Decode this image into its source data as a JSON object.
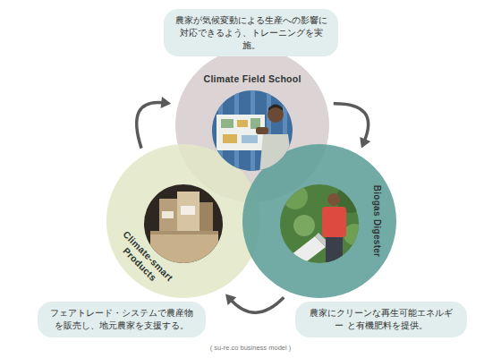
{
  "diagram": {
    "caption": "( su-re.co business model )",
    "nodes": [
      {
        "text": [
          "農家が気候変動による生産への影響に 対応できるよう、トレーニングを実施。"
        ]
      },
      {
        "text": [
          "Climate Field School"
        ]
      },
      {
        "text": [
          "Climate-smart Products"
        ]
      },
      {
        "text": [
          "Biogas Digester"
        ]
      },
      {
        "text": [
          "フェアトレード・システムで農産物 を販売し、地元農家を支援する。"
        ]
      },
      {
        "text": [
          "農家にクリーンな再生可能エネルギー と有機肥料を提供。"
        ]
      }
    ],
    "edges": [
      {
        "from": 2,
        "to": 1,
        "arrow": "to"
      },
      {
        "from": 1,
        "to": 3,
        "arrow": "to"
      },
      {
        "from": 3,
        "to": 2,
        "arrow": "to"
      }
    ]
  }
}
